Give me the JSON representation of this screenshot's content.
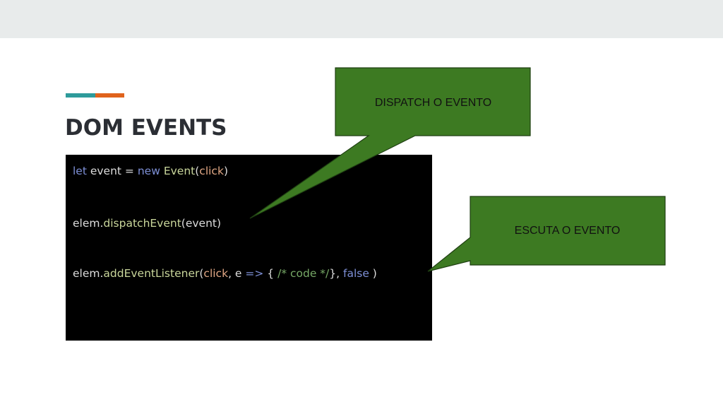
{
  "slide": {
    "title": "DOM EVENTS",
    "colors": {
      "background": "#ffffff",
      "top_band": "#e8ebeb",
      "accent_teal": "#2e9b9b",
      "accent_orange": "#e0631c",
      "title": "#2b2e34",
      "code_background": "#000000",
      "callout_fill": "#3d7a22",
      "callout_border": "#1f3f12"
    }
  },
  "code": {
    "line1": {
      "kw_let": "let",
      "t1": " event = ",
      "kw_new": "new",
      "t2": " ",
      "fn_event": "Event",
      "t3": "(",
      "str_click": "click",
      "t4": ")"
    },
    "line2": {
      "t1": "elem.",
      "fn_dispatch": "dispatchEvent",
      "t2": "(event)"
    },
    "line3": {
      "t1": "elem.",
      "fn_add": "addEventListener",
      "t2": "(",
      "str_click": "click",
      "t3": ", e ",
      "kw_arrow": "=>",
      "t4": " { ",
      "cmt": "/* code */",
      "t5": "}, ",
      "kw_false": "false",
      "t6": " )"
    }
  },
  "callouts": {
    "dispatch": "DISPATCH O EVENTO",
    "listen": "ESCUTA O EVENTO"
  }
}
